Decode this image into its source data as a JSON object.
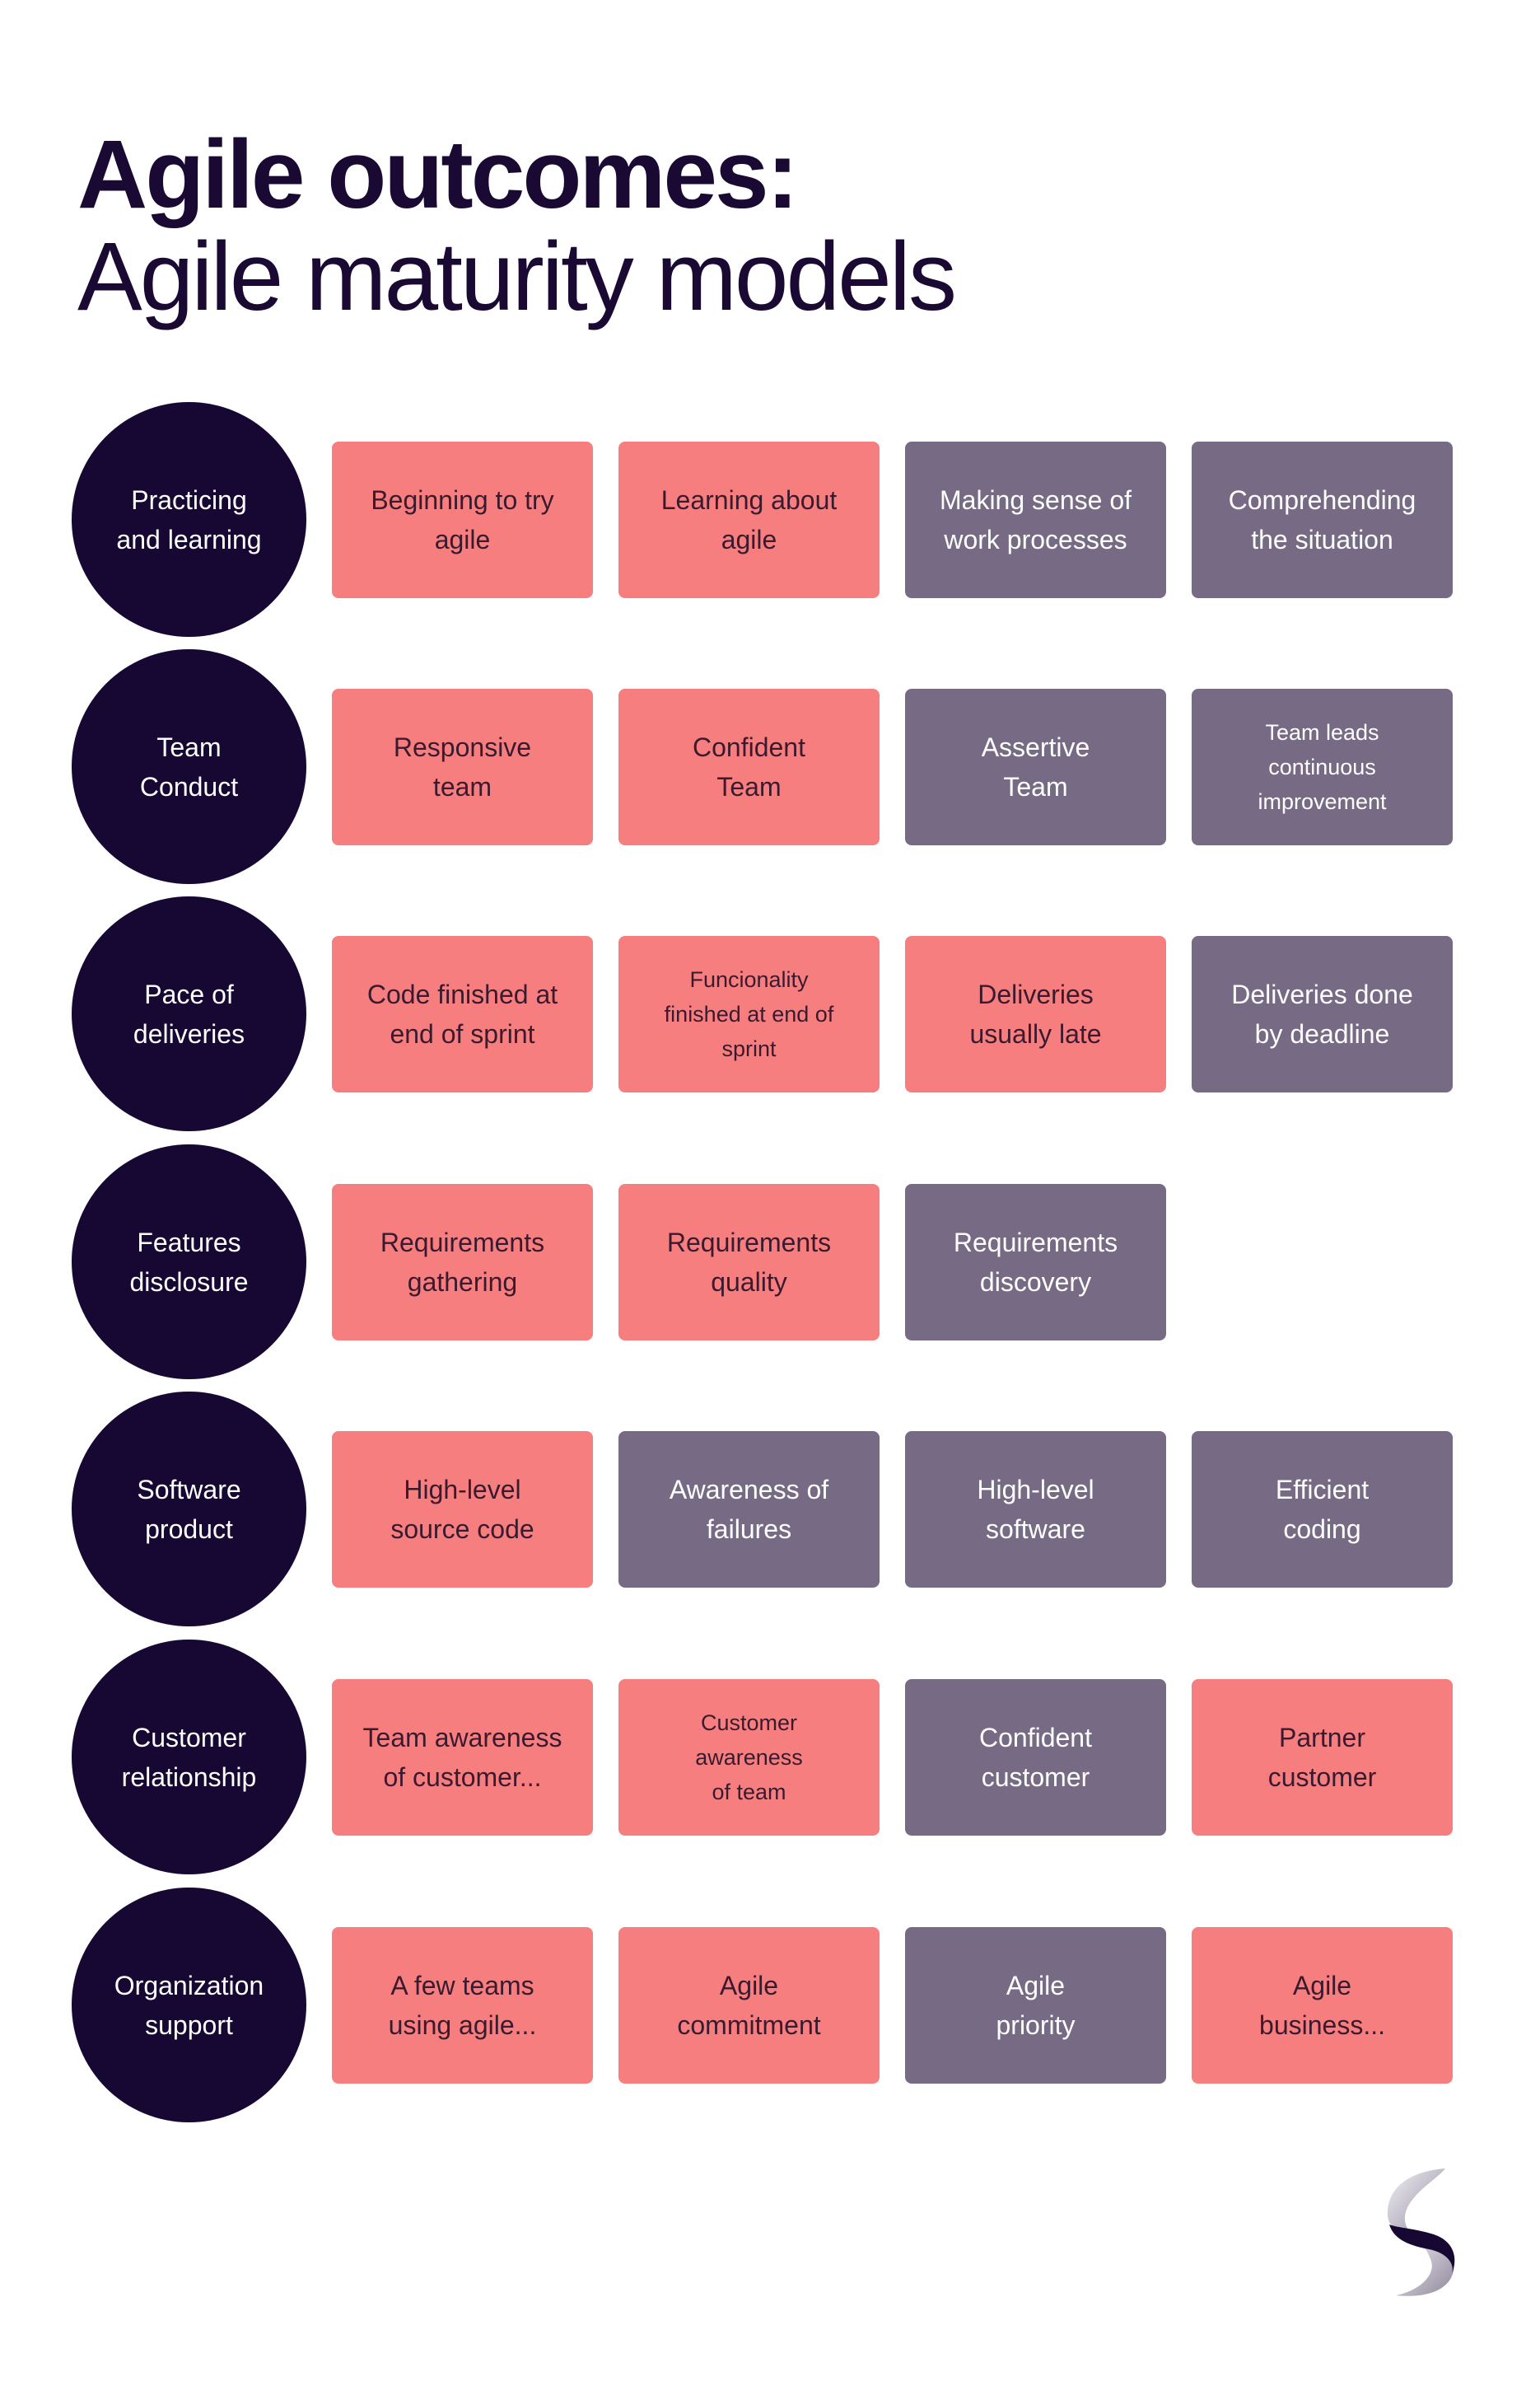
{
  "title": {
    "line1": "Agile outcomes:",
    "line2": "Agile maturity models"
  },
  "colors": {
    "circle": "#170833",
    "coral": "#f77e7e",
    "purple": "#766a85",
    "title": "#1a0a33"
  },
  "rows": [
    {
      "label": "Practicing\nand learning",
      "cards": [
        {
          "text": "Beginning to try\nagile",
          "color": "coral"
        },
        {
          "text": "Learning about\nagile",
          "color": "coral"
        },
        {
          "text": "Making sense of\nwork processes",
          "color": "purple"
        },
        {
          "text": "Comprehending\nthe situation",
          "color": "purple"
        }
      ]
    },
    {
      "label": "Team\nConduct",
      "cards": [
        {
          "text": "Responsive\nteam",
          "color": "coral"
        },
        {
          "text": "Confident\nTeam",
          "color": "coral"
        },
        {
          "text": "Assertive\nTeam",
          "color": "purple"
        },
        {
          "text": "Team leads\ncontinuous\nimprovement",
          "color": "purple",
          "small": true
        }
      ]
    },
    {
      "label": "Pace of\ndeliveries",
      "cards": [
        {
          "text": "Code finished at\nend of sprint",
          "color": "coral"
        },
        {
          "text": "Funcionality\nfinished at end of\nsprint",
          "color": "coral",
          "small": true
        },
        {
          "text": "Deliveries\nusually late",
          "color": "coral"
        },
        {
          "text": "Deliveries done\nby deadline",
          "color": "purple"
        }
      ]
    },
    {
      "label": "Features\ndisclosure",
      "cards": [
        {
          "text": "Requirements\ngathering",
          "color": "coral"
        },
        {
          "text": "Requirements\nquality",
          "color": "coral"
        },
        {
          "text": "Requirements\ndiscovery",
          "color": "purple"
        }
      ]
    },
    {
      "label": "Software\nproduct",
      "cards": [
        {
          "text": "High-level\nsource code",
          "color": "coral"
        },
        {
          "text": "Awareness of\nfailures",
          "color": "purple"
        },
        {
          "text": "High-level\nsoftware",
          "color": "purple"
        },
        {
          "text": "Efficient\ncoding",
          "color": "purple"
        }
      ]
    },
    {
      "label": "Customer\nrelationship",
      "cards": [
        {
          "text": "Team awareness\nof customer...",
          "color": "coral"
        },
        {
          "text": "Customer\nawareness\nof team",
          "color": "coral",
          "small": true
        },
        {
          "text": "Confident\ncustomer",
          "color": "purple"
        },
        {
          "text": "Partner\ncustomer",
          "color": "coral"
        }
      ]
    },
    {
      "label": "Organization\nsupport",
      "cards": [
        {
          "text": "A few teams\nusing agile...",
          "color": "coral"
        },
        {
          "text": "Agile\ncommitment",
          "color": "coral"
        },
        {
          "text": "Agile\npriority",
          "color": "purple"
        },
        {
          "text": "Agile\nbusiness...",
          "color": "coral"
        }
      ]
    }
  ]
}
